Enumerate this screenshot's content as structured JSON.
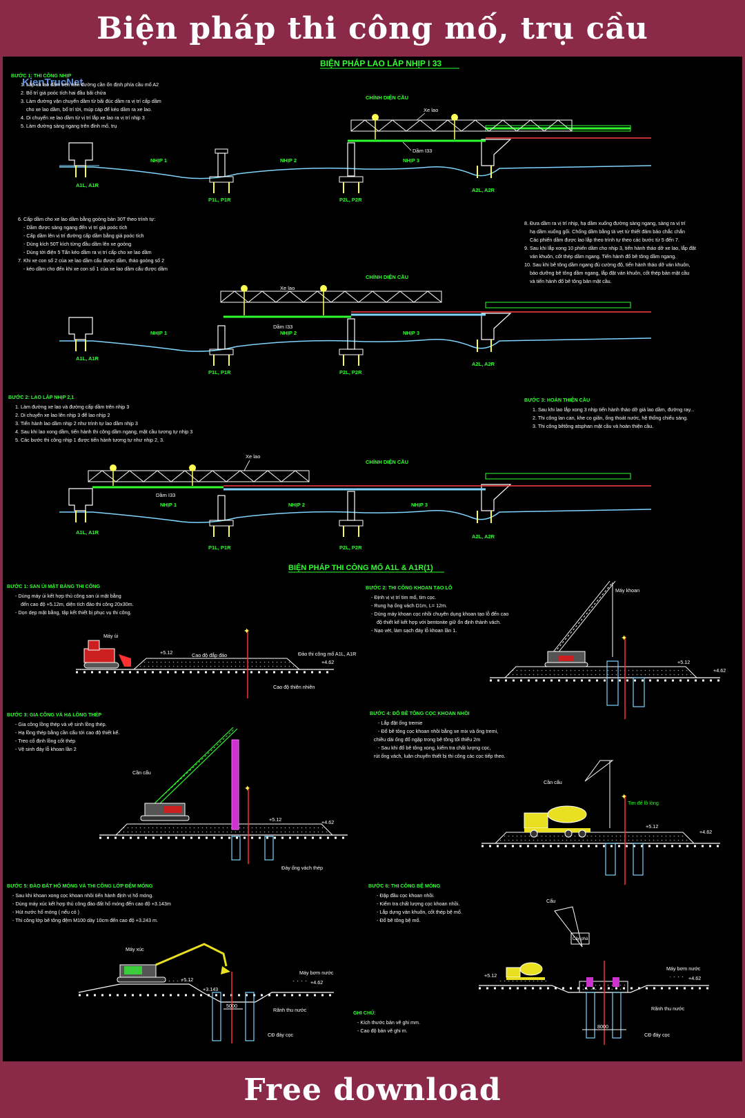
{
  "banner": {
    "title": "Biện pháp thi công mố, trụ cầu",
    "footer": "Free download"
  },
  "watermark": "KienTrucNet",
  "sheet_title": "BIỆN PHÁP LAO LẮP NHỊP I 33",
  "step1": {
    "heading": "BƯỚC 1: THI CÔNG NHỊP",
    "lines": [
      "1. Lắp và lao dầm trên nền đường cần ổn định phía cầu mố A2",
      "2. Bố trí giá poóc tích hai đầu bãi chứa",
      "3. Làm đường vận chuyển dầm từ bãi đúc dầm ra vị trí cấp dầm",
      "cho xe lao dầm, bố trí tời, múp cáp để kéo dầm ra xe lao.",
      "4. Di chuyển xe lao dầm từ vị trí lắp xe lao ra vị trí nhịp 3",
      "5. Làm đường sàng ngang trên đỉnh mố, trụ"
    ]
  },
  "step1b": {
    "lines": [
      "6. Cấp dầm cho xe lao dầm bằng goòng bàn 30T theo trình tự:",
      "- Dầm được sàng ngang đến vị trí giá poóc tích",
      "- Cấp dầm lên vị trí đường cấp dầm bằng giá poóc tích",
      "- Dùng kích 50T kích từng đầu dầm lên xe goòng",
      "- Dùng tời điện 5 Tấn kéo dầm ra vị trí cấp cho xe lao dầm",
      "7. Khi xe con số 2 của xe lao dầm cẩu được dầm, tháo goòng số 2",
      "- kéo dầm cho đến khi xe con số 1 của xe lao dầm cẩu được dầm"
    ]
  },
  "step1c": {
    "lines": [
      "8. Đưa dầm ra vị trí nhịp, hạ dầm xuống đường sàng ngang, sàng ra vị trí",
      "hạ dầm xuống gối. Chống dầm bằng tà vẹt từ thiết đảm bảo chắc chắn",
      "Các phiến dầm được lao lắp theo trình tự theo các bước từ 5 đến 7.",
      "9. Sau khi lắp xong 10 phiến dầm cho nhịp 3, tiến hành tháo dỡ xe lao, lắp đặt",
      "ván khuôn, cốt thép dầm ngang. Tiến hành đổ bê tông dầm ngang.",
      "10. Sau khi bê tông dầm ngang đủ cường độ, tiến hành tháo dỡ ván khuôn,",
      "bảo dưỡng bê tông dầm ngang, lắp đặt ván khuôn, cốt thép bản mặt cầu",
      "và tiến hành đổ bê tông bản mặt cầu."
    ]
  },
  "step2": {
    "heading": "BƯỚC 2: LAO LẮP NHỊP 2,1",
    "lines": [
      "1. Làm đường xe lao và đường cấp dầm trên nhịp 3",
      "2. Di chuyển xe lao lên nhịp 3 để lao nhịp 2",
      "3. Tiến hành lao dầm nhịp 2 như trình tự lao dầm nhịp 3",
      "4. Sau khi lao xong dầm, tiến hành thi công dầm ngang, mặt cầu tương tự nhịp 3",
      "5. Các bước thi công nhịp 1 được tiến hành tương tự như nhịp 2, 3."
    ]
  },
  "step3": {
    "heading": "BƯỚC 3: HOÀN THIỆN CẦU",
    "lines": [
      "1. Sau khi lao lắp xong 3 nhịp tiến hành tháo dỡ giá lao dầm, đường ray...",
      "2. Thi công lan can, khe co giãn, ống thoát nước, hệ thống chiếu sáng.",
      "3. Thi công bêtông atsphan mặt cầu và hoàn thiện cầu."
    ]
  },
  "labels": {
    "elevation": "CHÍNH DIỆN CẦU",
    "xe_lao": "Xe lao",
    "dam": "Dầm I33",
    "nhip1": "NHỊP 1",
    "nhip2": "NHỊP 2",
    "nhip3": "NHỊP 3",
    "a1": "A1L, A1R",
    "p1": "P1L, P1R",
    "p2": "P2L, P2R",
    "a2": "A2L, A2R"
  },
  "section2_title": "BIỆN PHÁP THI CÔNG MỐ A1L & A1R(1)",
  "m1": {
    "heading": "BƯỚC 1: SAN ỦI MẶT BẰNG THI CÔNG",
    "lines": [
      "- Dùng máy ủi kết hợp thủ công san ủi mặt bằng",
      "đến cao độ +5.12m, diện tích đảo thi công 20x30m.",
      "- Dọn dẹp mặt bằng, tập kết thiết bị phục vụ thi công."
    ],
    "may_ui": "Máy ủi",
    "cao_do_dap": "Cao độ đắp đảo",
    "dao_thi_cong": "Đảo thi công mố A1L, A1R",
    "cao_do_tn": "Cao độ thiên nhiên",
    "el1": "+5.12",
    "el2": "+4.62"
  },
  "m2": {
    "heading": "BƯỚC 2: THI CÔNG KHOAN TẠO LỖ",
    "lines": [
      "- Định vị vị trí tim mố, tim cọc.",
      "- Rung hạ ống vách D1m, L= 12m.",
      "- Dùng máy khoan cọc nhồi chuyên dụng khoan tạo lỗ đến cao",
      "độ thiết kế kết hợp với bentonite giữ ổn định thành vách.",
      "- Nạo vét, làm sạch đáy lỗ khoan lần 1."
    ],
    "may_khoan": "Máy khoan",
    "el1": "+5.12",
    "el2": "+4.62"
  },
  "m3": {
    "heading": "BƯỚC 3: GIA CÔNG VÀ HẠ LỒNG THÉP",
    "lines": [
      "- Gia công lồng thép và vệ sinh lồng thép.",
      "- Hạ lồng thép bằng cần cẩu tới cao độ thiết kế.",
      "- Treo cố định lồng cốt thép",
      "- Vệ sinh đáy lỗ khoan lần 2"
    ],
    "can_cau": "Cần cẩu",
    "day_ong": "Đáy ống vách thép",
    "el1": "+5.12",
    "el2": "+4.62"
  },
  "m4": {
    "heading": "BƯỚC 4: ĐỔ BÊ TÔNG CỌC KHOAN NHỒI",
    "lines": [
      "- Lắp đặt ống tremie",
      "- Đổ bê tông cọc khoan nhồi bằng xe mix và ống tremi,",
      "chiều dài ống đổ ngập trong bê tông tối thiểu 2m",
      "- Sau khi đổ bê tông xong, kiểm tra chất lượng cọc,",
      "rút ống vách, luân chuyển thiết bị thi công các cọc tiếp theo."
    ],
    "can_cau": "Cần cẩu",
    "tim": "Tim đế lồ lòng",
    "el1": "+5.12",
    "el2": "+4.62"
  },
  "m5": {
    "heading": "BƯỚC 5: ĐÀO ĐẤT HỐ MÓNG VÀ THI CÔNG LỚP ĐỆM MÓNG",
    "lines": [
      "- Sau khi khoan xong cọc khoan nhồi tiến hành định vị hố móng.",
      "- Dùng máy xúc kết hợp thủ công đào đất hố móng đến cao độ +3.143m",
      "- Hút nước hố móng ( nếu có )",
      "- Thi công lớp bê tông đệm M100 dày 10cm đến cao độ +3.243 m."
    ],
    "may_xuc": "Máy xúc",
    "may_bom": "Máy bơm nước",
    "ranh": "Rãnh thu nước",
    "cd": "CĐ đáy cọc",
    "el1": "+5.12",
    "el2": "+4.62",
    "el3": "+3.143",
    "dim": "5000"
  },
  "m6": {
    "heading": "BƯỚC 6: THI CÔNG BỆ MÓNG",
    "lines": [
      "- Đập đầu cọc khoan nhồi.",
      "- Kiểm tra chất lượng cọc khoan nhồi.",
      "- Lắp dựng ván khuôn, cốt thép bệ mố.",
      "- Đổ bê tông bệ mố."
    ],
    "can_cau": "Cẩu",
    "cay_pha": "Cây phá",
    "may_bom": "Máy bơm nước",
    "ranh": "Rãnh thu nước",
    "cd": "CĐ đáy cọc",
    "el1": "+5.12",
    "el2": "+4.62",
    "dim": "8000"
  },
  "note": {
    "heading": "GHI CHÚ:",
    "lines": [
      "- Kích thước bản vẽ ghi mm.",
      "- Cao độ bản vẽ ghi m."
    ]
  }
}
